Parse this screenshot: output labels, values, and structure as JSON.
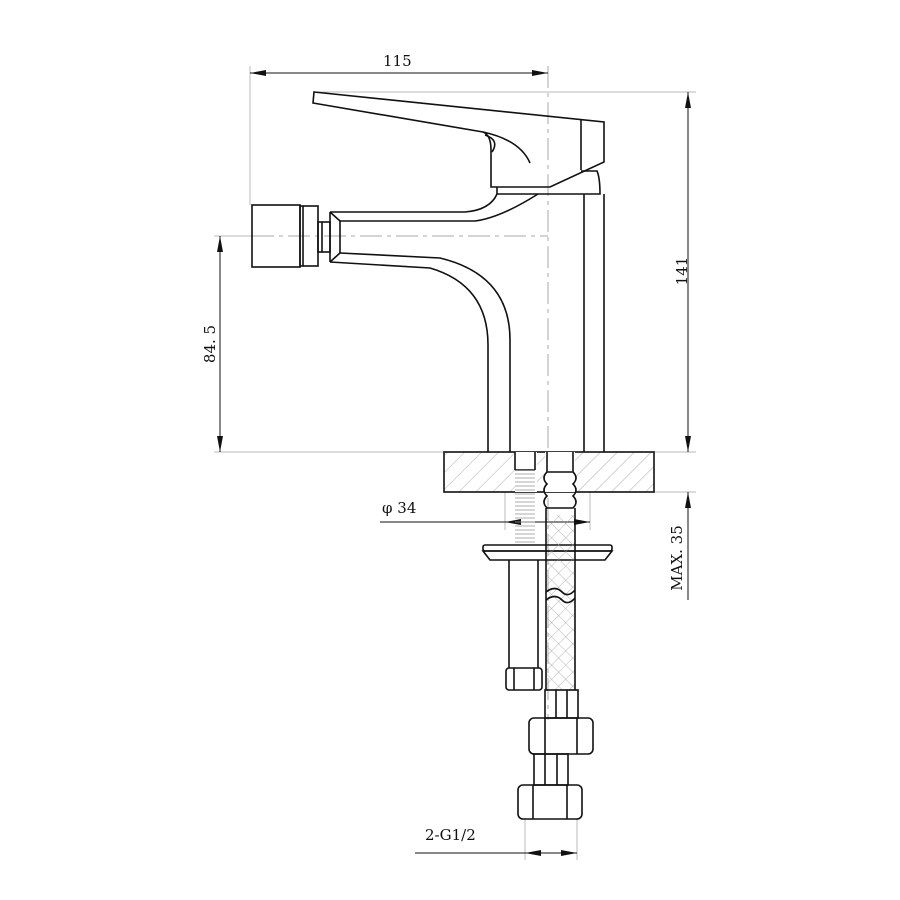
{
  "drawing": {
    "title": "Bidet mixer technical drawing",
    "dimensions": {
      "overall_width": "115",
      "overall_height": "141",
      "spout_height": "84. 5",
      "hole_diameter": "φ 34",
      "max_deck_thickness": "MAX. 35",
      "connection_thread": "2-G1/2"
    }
  }
}
